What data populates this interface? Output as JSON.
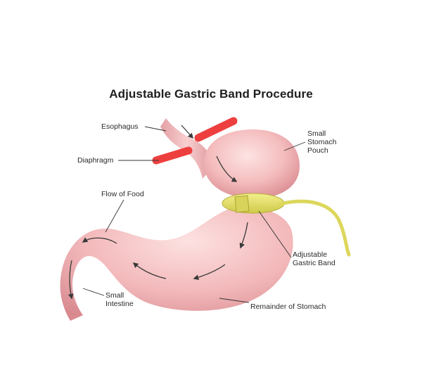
{
  "title": "Adjustable Gastric Band Procedure",
  "labels": {
    "esophagus": "Esophagus",
    "diaphragm": "Diaphragm",
    "flow_of_food": "Flow of Food",
    "small_intestine": [
      "Small",
      "Intestine"
    ],
    "small_stomach_pouch": [
      "Small",
      "Stomach",
      "Pouch"
    ],
    "adjustable_gastric_band": [
      "Adjustable",
      "Gastric Band"
    ],
    "remainder_of_stomach": "Remainder of Stomach"
  },
  "colors": {
    "tissue": "#f2b7b8",
    "tissue_shadow": "#d98c90",
    "band": "#e4e06a",
    "diaphragm": "#ee3f3f",
    "leader": "#333333"
  }
}
